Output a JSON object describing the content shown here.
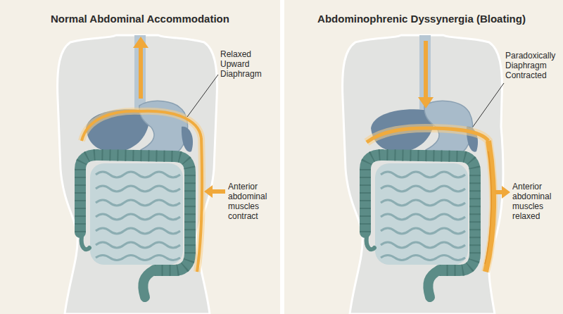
{
  "diagram": {
    "labels": [
      "Normal Abdominal Accommodation",
      "Relaxed Upward Diaphragm",
      "Anterior abdominal muscles contract",
      "Abdominophrenic Dyssynergia (Bloating)",
      "Paradoxically Diaphragm Contracted",
      "Anterior abdominal muscles relaxed"
    ]
  }
}
